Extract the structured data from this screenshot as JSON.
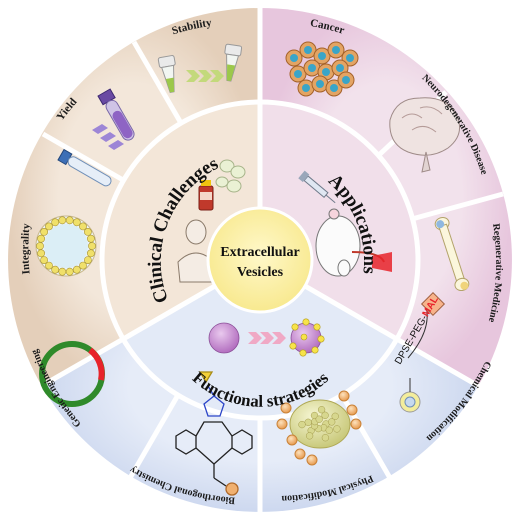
{
  "center": {
    "line1": "Extracellular",
    "line2": "Vesicles"
  },
  "sections": {
    "clinical": "Clinical Challenges",
    "applications": "Applications",
    "functional": "Functional strategies"
  },
  "segments": {
    "stability": "Stability",
    "yield": "Yield",
    "integrality": "Integrality",
    "cancer": "Cancer",
    "neuro": "Neurodegenerative Disease",
    "regen": "Regenerative Medicine",
    "chemical": "Chemical Modification",
    "physical": "Physical Modification",
    "bioortho": "Bioorthogonal Chemistry",
    "genetic": "Genetic Engineering"
  },
  "dspe": {
    "prefix": "DPSE-PEG-",
    "suffix": "MAL"
  },
  "colors": {
    "clinical": "#efe1d2",
    "clinical_outer": "#e6d3c0",
    "applications": "#f0dde9",
    "applications_outer": "#eacce3",
    "functional": "#dfe7f5",
    "functional_outer": "#d3ddf1",
    "center": "#fbf1a7",
    "mal": "#e8232a"
  }
}
